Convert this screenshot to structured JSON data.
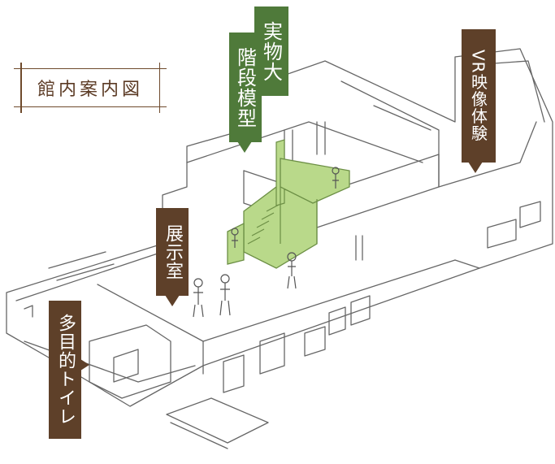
{
  "title": "館内案内図",
  "labels": {
    "stair_model": {
      "col1": "実物大",
      "col2": "階段模型"
    },
    "vr": "VR映像体験",
    "exhibition": "展示室",
    "restroom": "多目的トイレ"
  },
  "colors": {
    "brown": "#5e4029",
    "green": "#4f7a3a",
    "highlight": "#b9d98a",
    "line": "#5a5a5a"
  }
}
